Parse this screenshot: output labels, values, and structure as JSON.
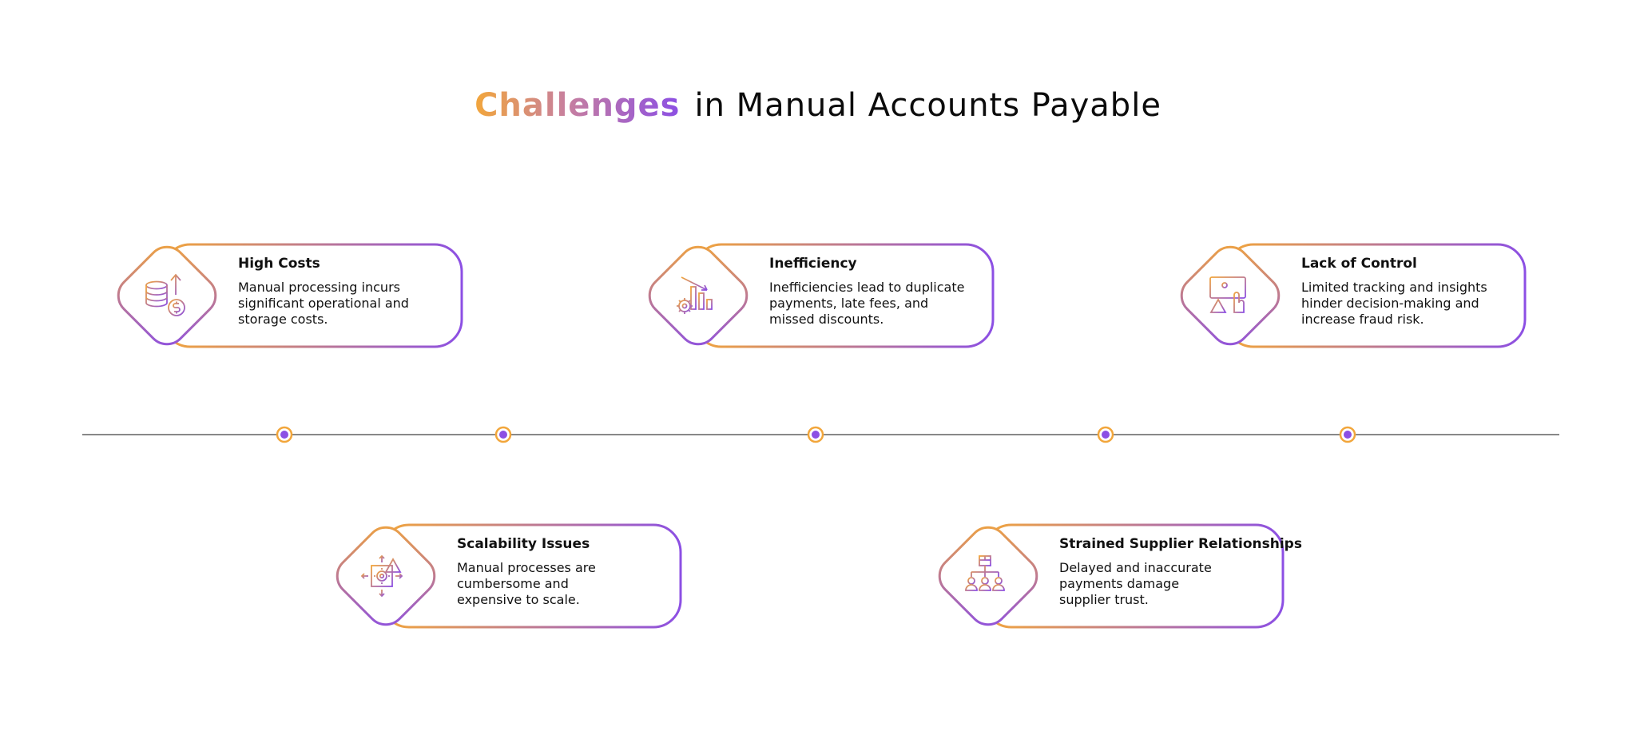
{
  "title": {
    "highlight": "Challenges",
    "rest": "in Manual Accounts Payable"
  },
  "colors": {
    "orange": "#f2a63b",
    "purple": "#8c4fe4",
    "line": "#888888",
    "text": "#111111"
  },
  "challenges": [
    {
      "heading": "High Costs",
      "line1": "Manual processing incurs",
      "line2": "significant operational and",
      "line3": "storage costs.",
      "icon": "coins-dollar-icon"
    },
    {
      "heading": "Scalability Issues",
      "line1": "Manual processes are",
      "line2": "cumbersome and",
      "line3": "expensive to scale.",
      "icon": "gear-warning-icon"
    },
    {
      "heading": "Inefficiency",
      "line1": "Inefficiencies lead to duplicate",
      "line2": "payments, late fees, and",
      "line3": "missed discounts.",
      "icon": "declining-chart-icon"
    },
    {
      "heading": "Strained Supplier Relationships",
      "line1": "Delayed and inaccurate",
      "line2": "payments damage",
      "line3": "supplier trust.",
      "icon": "org-chart-icon"
    },
    {
      "heading": "Lack of Control",
      "line1": "Limited tracking and insights",
      "line2": "hinder decision-making and",
      "line3": "increase fraud risk.",
      "icon": "control-panel-alert-icon"
    }
  ]
}
